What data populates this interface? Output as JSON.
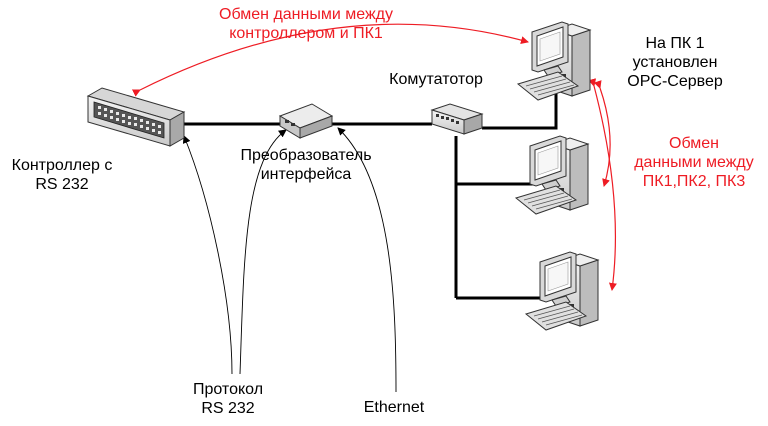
{
  "labels": {
    "exchange_controller_pc1": [
      "Обмен данными между",
      "контроллером и ПК1"
    ],
    "pc1_note": [
      "На ПК 1",
      "установлен",
      "OPC-Сервер"
    ],
    "switch": "Комутатотор",
    "converter": [
      "Преобразователь",
      "интерфейса"
    ],
    "controller": [
      "Контроллер с",
      "RS 232"
    ],
    "exchange_pcs": [
      "Обмен",
      "данными между",
      "ПК1,ПК2, ПК3"
    ],
    "protocol": [
      "Протокол",
      "RS 232"
    ],
    "ethernet": "Ethernet"
  },
  "colors": {
    "accent_red": "#ee1c24",
    "line": "#000000",
    "device_face": "#e6e6e6",
    "device_dark": "#4a4a4a"
  },
  "icons": [
    "controller-icon",
    "converter-icon",
    "switch-icon",
    "computer-icon"
  ]
}
